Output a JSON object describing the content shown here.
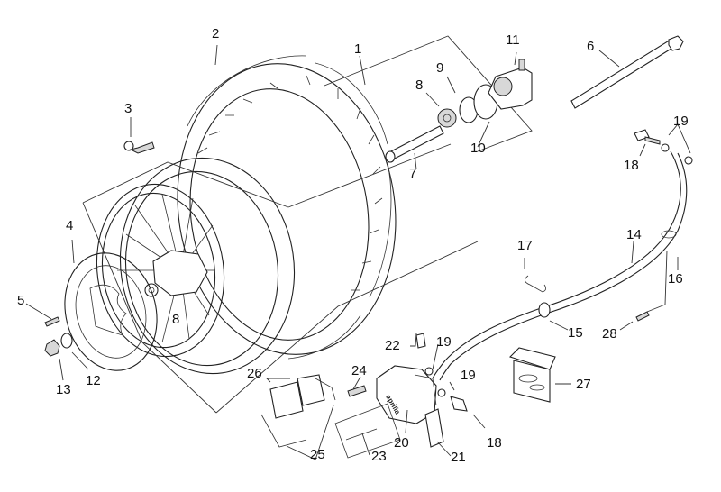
{
  "diagram": {
    "title": "Front wheel assembly exploded view",
    "brand_mark": "aprilia",
    "callouts": [
      {
        "id": "c1",
        "label": "1",
        "part": "wheel-assembly-bracket"
      },
      {
        "id": "c2",
        "label": "2",
        "part": "tyre"
      },
      {
        "id": "c3",
        "label": "3",
        "part": "valve"
      },
      {
        "id": "c4",
        "label": "4",
        "part": "brake-disc"
      },
      {
        "id": "c5",
        "label": "5",
        "part": "disc-screw"
      },
      {
        "id": "c6",
        "label": "6",
        "part": "wheel-axle"
      },
      {
        "id": "c7",
        "label": "7",
        "part": "spacer-tube"
      },
      {
        "id": "c8a",
        "label": "8",
        "part": "bearing-right"
      },
      {
        "id": "c8b",
        "label": "8",
        "part": "bearing-left"
      },
      {
        "id": "c9",
        "label": "9",
        "part": "drive-ring"
      },
      {
        "id": "c10",
        "label": "10",
        "part": "seal-ring"
      },
      {
        "id": "c11",
        "label": "11",
        "part": "speedometer-drive"
      },
      {
        "id": "c12",
        "label": "12",
        "part": "washer"
      },
      {
        "id": "c13",
        "label": "13",
        "part": "nut"
      },
      {
        "id": "c14",
        "label": "14",
        "part": "brake-hose"
      },
      {
        "id": "c15",
        "label": "15",
        "part": "hose-grommet"
      },
      {
        "id": "c16",
        "label": "16",
        "part": "hose-clamp"
      },
      {
        "id": "c17",
        "label": "17",
        "part": "spring-clip"
      },
      {
        "id": "c18a",
        "label": "18",
        "part": "banjo-bolt-upper"
      },
      {
        "id": "c18b",
        "label": "18",
        "part": "banjo-bolt-lower"
      },
      {
        "id": "c19a",
        "label": "19",
        "part": "copper-washers-upper"
      },
      {
        "id": "c19b",
        "label": "19",
        "part": "copper-washer-caliper-1"
      },
      {
        "id": "c19c",
        "label": "19",
        "part": "copper-washer-caliper-2"
      },
      {
        "id": "c20",
        "label": "20",
        "part": "brake-caliper"
      },
      {
        "id": "c21",
        "label": "21",
        "part": "caliper-cover"
      },
      {
        "id": "c22",
        "label": "22",
        "part": "bleed-valve"
      },
      {
        "id": "c23",
        "label": "23",
        "part": "pad-pin-kit"
      },
      {
        "id": "c24",
        "label": "24",
        "part": "caliper-screw"
      },
      {
        "id": "c25",
        "label": "25",
        "part": "pad-spring-kit"
      },
      {
        "id": "c26",
        "label": "26",
        "part": "brake-pads"
      },
      {
        "id": "c27",
        "label": "27",
        "part": "seal-kit"
      },
      {
        "id": "c28",
        "label": "28",
        "part": "clamp-screw"
      }
    ]
  }
}
